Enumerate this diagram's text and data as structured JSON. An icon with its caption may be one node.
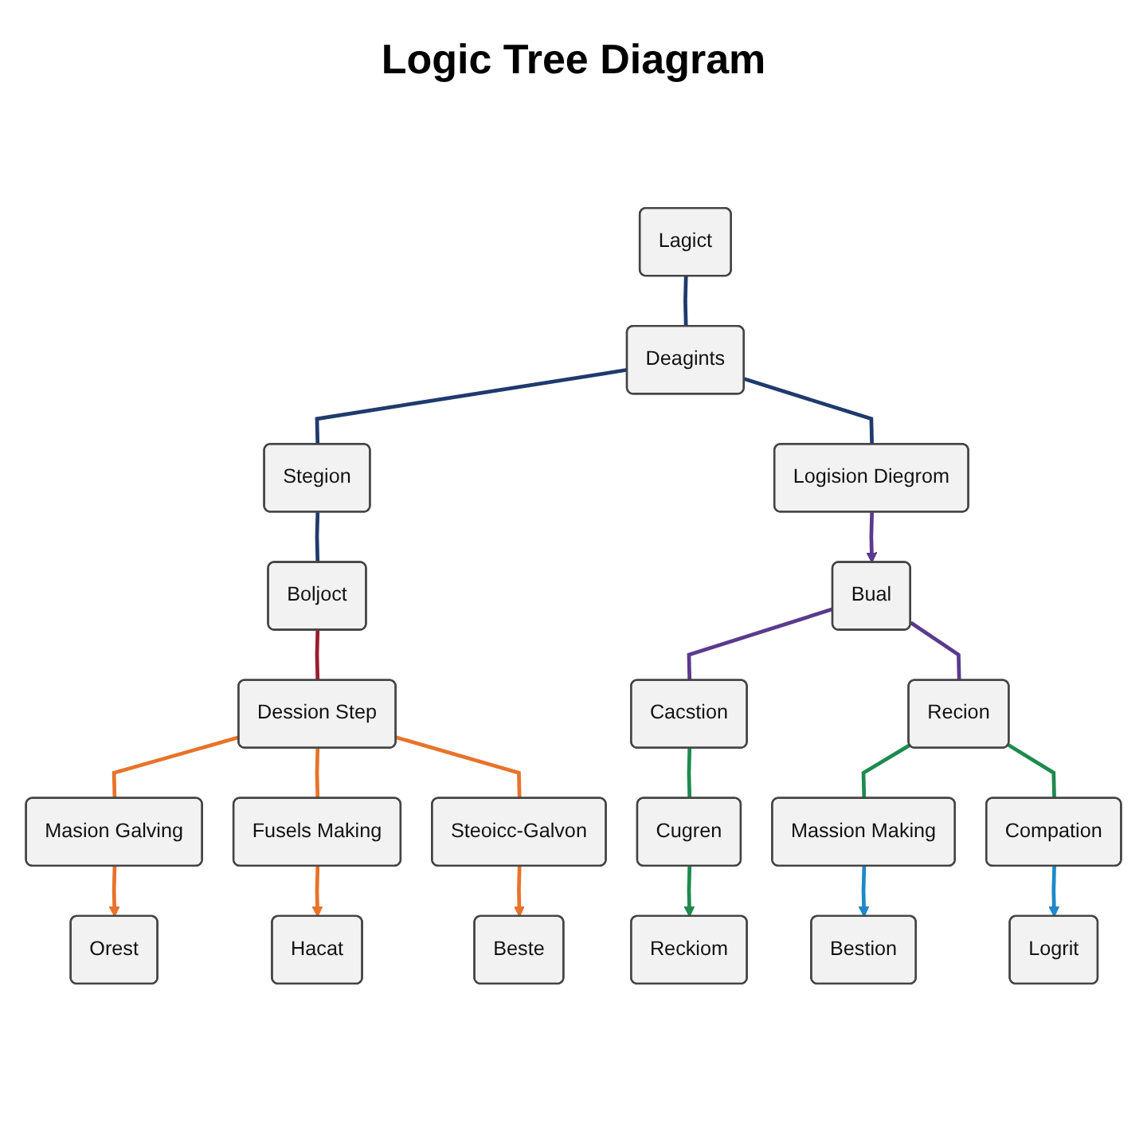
{
  "diagram": {
    "title": "Logic Tree Diagram",
    "nodes": [
      {
        "text": [
          "Lagict"
        ]
      },
      {
        "text": [
          "Deagints"
        ]
      },
      {
        "text": [
          "Stegion"
        ]
      },
      {
        "text": [
          "Logision Diegrom"
        ]
      },
      {
        "text": [
          "Boljoct"
        ]
      },
      {
        "text": [
          "Bual"
        ]
      },
      {
        "text": [
          "Dession Step"
        ]
      },
      {
        "text": [
          "Cacstion"
        ]
      },
      {
        "text": [
          "Recion"
        ]
      },
      {
        "text": [
          "Masion Galving"
        ]
      },
      {
        "text": [
          "Fusels Making"
        ]
      },
      {
        "text": [
          "Steoicc-Galvon"
        ]
      },
      {
        "text": [
          "Massion Making"
        ]
      },
      {
        "text": [
          "Compation"
        ]
      },
      {
        "text": [
          "Cugren"
        ]
      },
      {
        "text": [
          "Orest"
        ]
      },
      {
        "text": [
          "Hacat"
        ]
      },
      {
        "text": [
          "Beste"
        ]
      },
      {
        "text": [
          "Bestion"
        ]
      },
      {
        "text": [
          "Logrit"
        ]
      },
      {
        "text": [
          "Reckiom"
        ]
      }
    ],
    "edges": [
      {
        "from": 0,
        "to": 1,
        "arrow": "none",
        "color": "#1f3a6e"
      },
      {
        "from": 1,
        "to": 2,
        "arrow": "none",
        "color": "#1f3a6e"
      },
      {
        "from": 1,
        "to": 3,
        "arrow": "none",
        "color": "#1f3a6e"
      },
      {
        "from": 2,
        "to": 4,
        "arrow": "none",
        "color": "#1f3a6e"
      },
      {
        "from": 3,
        "to": 5,
        "arrow": "to",
        "color": "#5b3a8e"
      },
      {
        "from": 4,
        "to": 6,
        "arrow": "none",
        "color": "#9b1c2e"
      },
      {
        "from": 5,
        "to": 7,
        "arrow": "none",
        "color": "#5b3a8e"
      },
      {
        "from": 5,
        "to": 8,
        "arrow": "none",
        "color": "#5b3a8e"
      },
      {
        "from": 6,
        "to": 9,
        "arrow": "none"
      },
      {
        "from": 6,
        "to": 10,
        "arrow": "none"
      },
      {
        "from": 6,
        "to": 11,
        "arrow": "none"
      },
      {
        "from": 7,
        "to": 14,
        "arrow": "none",
        "color": "#1e8a4e"
      },
      {
        "from": 8,
        "to": 12,
        "arrow": "none",
        "color": "#1e8a4e"
      },
      {
        "from": 8,
        "to": 13,
        "arrow": "none",
        "color": "#1e8a4e"
      },
      {
        "from": 9,
        "to": 15,
        "arrow": "to"
      },
      {
        "from": 10,
        "to": 16,
        "arrow": "to"
      },
      {
        "from": 11,
        "to": 17,
        "arrow": "to"
      },
      {
        "from": 12,
        "to": 18,
        "arrow": "to",
        "color": "#1e88c8"
      },
      {
        "from": 13,
        "to": 19,
        "arrow": "to",
        "color": "#1e88c8"
      },
      {
        "from": 14,
        "to": 20,
        "arrow": "to",
        "color": "#1e8a4e"
      }
    ]
  }
}
